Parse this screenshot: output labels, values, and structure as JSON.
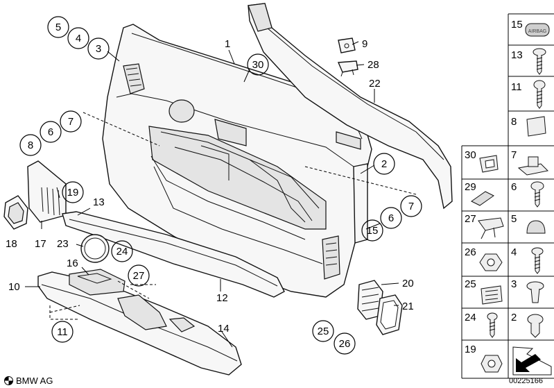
{
  "callouts": {
    "c1": "1",
    "c2": "2",
    "c3": "3",
    "c4": "4",
    "c5": "5",
    "c6a": "6",
    "c6b": "6",
    "c7a": "7",
    "c7b": "7",
    "c8": "8",
    "c9": "9",
    "c10": "10",
    "c11": "11",
    "c12": "12",
    "c13": "13",
    "c14": "14",
    "c15": "15",
    "c16": "16",
    "c17": "17",
    "c18": "18",
    "c19": "19",
    "c20": "20",
    "c21": "21",
    "c22": "22",
    "c23": "23",
    "c24": "24",
    "c25": "25",
    "c26": "26",
    "c27": "27",
    "c28": "28",
    "c30": "30"
  },
  "legend": [
    {
      "num": "15",
      "icon": "badge-icon"
    },
    {
      "num": "13",
      "icon": "screw-icon"
    },
    {
      "num": "11",
      "icon": "screw-icon"
    },
    {
      "num": "8",
      "icon": "cap-icon"
    },
    {
      "num": "30",
      "icon": "clip-icon",
      "num2": "7",
      "icon2": "clip-nut-icon"
    },
    {
      "num": "29",
      "icon": "plug-icon",
      "num2": "6",
      "icon2": "screw-icon"
    },
    {
      "num": "27",
      "icon": "spring-clip-icon",
      "num2": "5",
      "icon2": "cap-icon"
    },
    {
      "num": "26",
      "icon": "nut-icon",
      "num2": "4",
      "icon2": "screw-icon"
    },
    {
      "num": "25",
      "icon": "clip-plate-icon",
      "num2": "3",
      "icon2": "expansion-rivet-icon"
    },
    {
      "num": "24",
      "icon": "screw-icon",
      "num2": "2",
      "icon2": "expansion-rivet-icon"
    },
    {
      "num": "19",
      "icon": "nut-icon",
      "num2": "",
      "icon2": "arrow-icon"
    }
  ],
  "footer": {
    "brand": "BMW AG",
    "diagram_id": "00225166"
  },
  "badge_text": "AIRBAG"
}
